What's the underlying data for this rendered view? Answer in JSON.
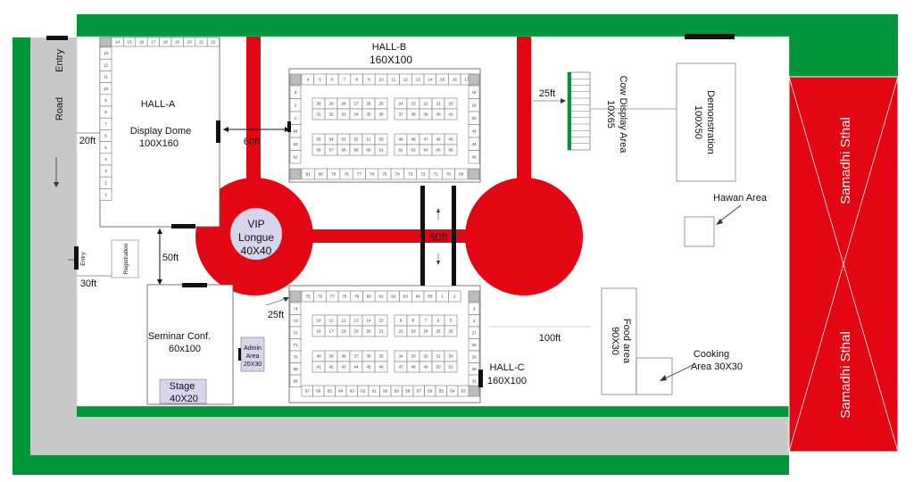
{
  "colors": {
    "green": "#00953a",
    "red": "#e30613",
    "gray": "#c8c8c8",
    "lavender": "#d9d4ee",
    "black": "#111111"
  },
  "labels": {
    "entry_top": "Entry",
    "road": "Road",
    "entry_side": "Entry",
    "registration": "Registration",
    "hall_a_title": "HALL-A",
    "hall_a_name": "Display Dome",
    "hall_a_size": "100X160",
    "hall_b_title": "HALL-B",
    "hall_b_size": "160X100",
    "hall_c_title": "HALL-C",
    "hall_c_size": "160X100",
    "vip_1": "VIP",
    "vip_2": "Longue",
    "vip_3": "40X40",
    "seminar_name": "Seminar Conf.",
    "seminar_size": "60x100",
    "stage_name": "Stage",
    "stage_size": "40X20",
    "admin_1": "Admin",
    "admin_2": "Area",
    "admin_3": "20X30",
    "cow_1": "Cow Display Area",
    "cow_2": "10X65",
    "demo_1": "Demonstration",
    "demo_2": "100X50",
    "hawan": "Hawan Area",
    "food_1": "Food area",
    "food_2": "90X30",
    "cooking_1": "Cooking",
    "cooking_2": "Area 30X30",
    "samadhi_top": "Samadhi Sthal",
    "samadhi_bottom": "Samadhi Sthal"
  },
  "dimensions": {
    "d20ft": "20ft",
    "d60ft": "60ft",
    "d50ft": "50ft",
    "d30ft": "30ft",
    "d25ft_top": "25ft",
    "d80ft": "80ft",
    "d25ft_bottom": "25ft",
    "d100ft": "100ft"
  },
  "stalls": {
    "hall_a_top": [
      "14",
      "15",
      "16",
      "17",
      "18",
      "19",
      "20",
      "21",
      "22"
    ],
    "hall_a_left": [
      "13",
      "12",
      "11",
      "10",
      "9",
      "8",
      "7",
      "6",
      "5",
      "4",
      "3",
      "2",
      "1"
    ],
    "hall_b_top": [
      "4",
      "5",
      "6",
      "7",
      "8",
      "9",
      "10",
      "11",
      "12",
      "13",
      "14",
      "15",
      "16",
      "17"
    ],
    "hall_b_left": [
      "3",
      "2",
      "1",
      "64",
      "63",
      "62"
    ],
    "hall_b_right": [
      "18",
      "19",
      "20",
      "43",
      "44",
      "45"
    ],
    "hall_b_block1_r1": [
      "30",
      "29",
      "28",
      "27",
      "26",
      "25"
    ],
    "hall_b_block1_r2": [
      "31",
      "32",
      "33",
      "34",
      "35",
      "36"
    ],
    "hall_b_block2_r1": [
      "24",
      "23",
      "22",
      "21",
      "20"
    ],
    "hall_b_block2_r2": [
      "37",
      "38",
      "39",
      "40",
      "41"
    ],
    "hall_b_block3_r1": [
      "55",
      "54",
      "53",
      "52",
      "51",
      "50"
    ],
    "hall_b_block3_r2": [
      "56",
      "57",
      "58",
      "59",
      "60",
      "61"
    ],
    "hall_b_block4_r1": [
      "49",
      "48",
      "47",
      "46",
      "45"
    ],
    "hall_b_block4_r2": [
      "62",
      "63",
      "64",
      "65",
      "66"
    ],
    "hall_b_bottom": [
      "81",
      "80",
      "79",
      "78",
      "77",
      "76",
      "75",
      "74",
      "73",
      "72",
      "71",
      "70",
      "69"
    ],
    "hall_c_top": [
      "75",
      "76",
      "77",
      "78",
      "79",
      "80",
      "81",
      "82",
      "83",
      "84",
      "85",
      "1",
      "2"
    ],
    "hall_c_left": [
      "74",
      "73",
      "72",
      "71",
      "70",
      "69",
      "68"
    ],
    "hall_c_right": [
      "3",
      "4",
      "27",
      "28",
      "29",
      "30",
      "31"
    ],
    "hall_c_block1_r1": [
      "10",
      "11",
      "12",
      "13",
      "14",
      "15"
    ],
    "hall_c_block1_r2": [
      "16",
      "17",
      "18",
      "19",
      "20",
      "21"
    ],
    "hall_c_block2_r1": [
      "9",
      "8",
      "7",
      "6",
      "5"
    ],
    "hall_c_block2_r2": [
      "22",
      "23",
      "24",
      "25",
      "26"
    ],
    "hall_c_block3_r1": [
      "40",
      "39",
      "38",
      "37",
      "36",
      "35"
    ],
    "hall_c_block3_r2": [
      "41",
      "42",
      "43",
      "44",
      "45",
      "46"
    ],
    "hall_c_block4_r1": [
      "34",
      "33",
      "32",
      "31",
      "30"
    ],
    "hall_c_block4_r2": [
      "47",
      "48",
      "49",
      "50",
      "51"
    ],
    "hall_c_bottom": [
      "67",
      "66",
      "65",
      "64",
      "63",
      "62",
      "61",
      "60",
      "59",
      "58",
      "57",
      "56",
      "55",
      "54",
      "53"
    ]
  }
}
